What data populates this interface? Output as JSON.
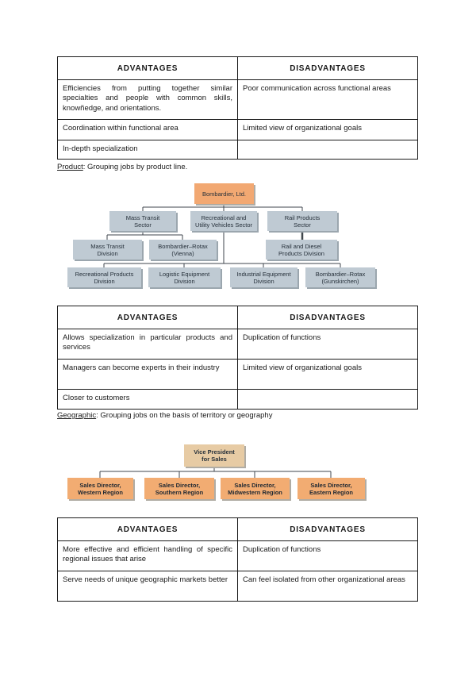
{
  "document": {
    "section_labels": {
      "product": {
        "term": "Product",
        "rest": ":  Grouping jobs by product line."
      },
      "geographic": {
        "term": "Geographic",
        "rest": ":  Grouping jobs on the basis of territory or geography"
      }
    },
    "tables": [
      {
        "headers": [
          "ADVANTAGES",
          "DISADVANTAGES"
        ],
        "rows": [
          [
            "Efficiencies from putting together similar specialties and people with common skills, knowñedge, and orientations.",
            "Poor communication across functional areas"
          ],
          [
            "Coordination within functional area",
            "Limited view of organizational goals"
          ],
          [
            "In-depth specialization",
            ""
          ]
        ]
      },
      {
        "headers": [
          "ADVANTAGES",
          "DISADVANTAGES"
        ],
        "rows": [
          [
            "Allows specialization in particular products and services",
            "Duplication of functions"
          ],
          [
            "Managers can become experts in their industry",
            "Limited view of organizational goals"
          ],
          [
            "Closer to customers",
            ""
          ]
        ]
      },
      {
        "headers": [
          "ADVANTAGES",
          "DISADVANTAGES"
        ],
        "rows": [
          [
            "More effective and efficient handling of specific regional issues that arise",
            "Duplication of functions"
          ],
          [
            "Serve needs of unique geographic markets better",
            "Can feel isolated from other organizational areas"
          ]
        ]
      }
    ],
    "org_charts": [
      {
        "name": "product-structure-bombardier",
        "nodes": {
          "root": "Bombardier, Ltd.",
          "mass_transit_sector": "Mass Transit\nSector",
          "recreational_sector": "Recreational and\nUtility Vehicles Sector",
          "rail_products_sector": "Rail Products\nSector",
          "mass_transit_division": "Mass Transit\nDivision",
          "rotax_vienna": "Bombardier–Rotax\n(Vienna)",
          "rail_diesel_division": "Rail and Diesel\nProducts Division",
          "recreational_products_division": "Recreational Products\nDivision",
          "logistic_equipment_division": "Logistic Equipment\nDivision",
          "industrial_equipment_division": "Industrial Equipment\nDivision",
          "rotax_gunskirchen": "Bombardier–Rotax\n(Gunskirchen)"
        }
      },
      {
        "name": "geographic-structure-sales",
        "nodes": {
          "root": "Vice President\nfor Sales",
          "western": "Sales Director,\nWestern Region",
          "southern": "Sales Director,\nSouthern Region",
          "midwestern": "Sales Director,\nMidwestern Region",
          "eastern": "Sales Director,\nEastern Region"
        }
      }
    ],
    "colors": {
      "root_orange": "#f2a872",
      "sector_blue": "#bfcad3",
      "vp_tan": "#e7cba4",
      "director_orange": "#f2ac72",
      "table_border": "#1a1a1a",
      "connector": "#3f464c"
    }
  }
}
